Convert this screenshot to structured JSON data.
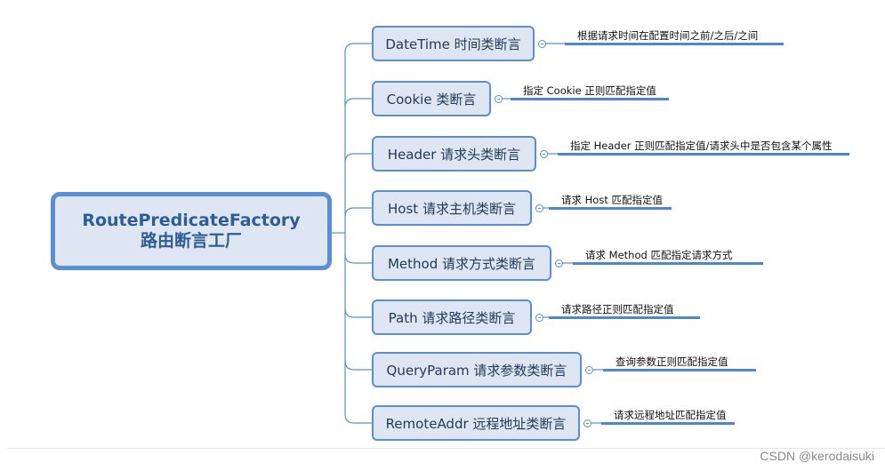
{
  "root": {
    "title_en": "RoutePredicateFactory",
    "title_zh": "路由断言工厂"
  },
  "branches": [
    {
      "label": "DateTime 时间类断言",
      "detail": "根据请求时间在配置时间之前/之后/之间"
    },
    {
      "label": "Cookie 类断言",
      "detail": "指定 Cookie 正则匹配指定值"
    },
    {
      "label": "Header 请求头类断言",
      "detail": "指定 Header 正则匹配指定值/请求头中是否包含某个属性"
    },
    {
      "label": "Host 请求主机类断言",
      "detail": "请求 Host 匹配指定值"
    },
    {
      "label": "Method 请求方式类断言",
      "detail": "请求 Method 匹配指定请求方式"
    },
    {
      "label": "Path 请求路径类断言",
      "detail": "请求路径正则匹配指定值"
    },
    {
      "label": "QueryParam 请求参数类断言",
      "detail": "查询参数正则匹配指定值"
    },
    {
      "label": "RemoteAddr 远程地址类断言",
      "detail": "请求远程地址匹配指定值"
    }
  ],
  "icons": {
    "collapse": "collapse-minus-icon"
  },
  "colors": {
    "accent": "#5b8fd3",
    "node_fill": "#dde6f2",
    "root_text": "#2e5c95"
  },
  "watermark": "CSDN @kerodaisuki"
}
